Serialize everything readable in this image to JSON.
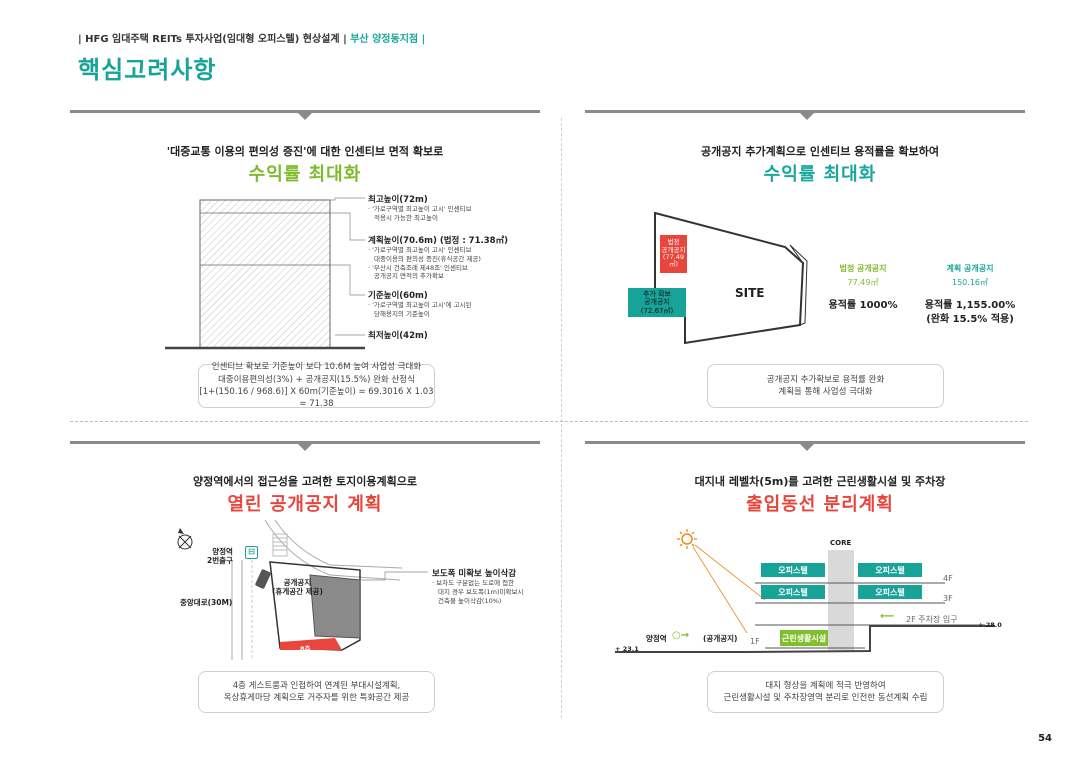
{
  "header": {
    "breadcrumb_main": "| HFG 임대주택 REITs 투자사업(임대형 오피스텔) 현상설계 |",
    "breadcrumb_site": "부산 양정동지점 |",
    "page_title": "핵심고려사항"
  },
  "panel1": {
    "subtitle": "'대중교통 이용의 편의성 증진'에 대한 인센티브 면적 확보로",
    "title": "수익률 최대화",
    "annotations": {
      "max_height": "최고높이(72m)",
      "max_height_desc": [
        "· '가로구역별 최고높이 고시' 인센티브",
        "적용시 가능한 최고높이"
      ],
      "plan_height": "계획높이(70.6m) (법정 : 71.38㎡)",
      "plan_height_desc": [
        "· '가로구역별 최고높이 고시' 인센티브",
        "대중이용의 편의성 증진(휴식공간 제공)",
        "· '부산시 건축조례 제48조' 인센티브",
        "공개공지 면적의 추가확보"
      ],
      "base_height": "기준높이(60m)",
      "base_height_desc": [
        "· '가로구역별 최고높이 고시'에 고시된",
        "당해용지의 기준높이"
      ],
      "min_height": "최저높이(42m)"
    },
    "summary": [
      "인센티브 확보로 기준높이 보다 10.6M 높여 사업성 극대화",
      "대중이용편의성(3%) + 공개공지(15.5%) 완화 산정식",
      "[1+(150.16 / 968.6)] X 60m(기준높이) = 69.3016 X 1.03 = 71.38"
    ]
  },
  "panel2": {
    "subtitle": "공개공지 추가계획으로 인센티브 용적률을 확보하여",
    "title": "수익률 최대화",
    "legal_label": [
      "법정",
      "공개공지",
      "(77.49㎡)"
    ],
    "extra_label": [
      "추가 확보",
      "공개공지",
      "(72.67㎡)"
    ],
    "site_label": "SITE",
    "legal_open_space_title": "법정 공개공지",
    "legal_open_space_value": "77.49㎡",
    "legal_far": "용적률 1000%",
    "plan_open_space_title": "계획 공개공지",
    "plan_open_space_value": "150.16㎡",
    "plan_far": "용적률 1,155.00%",
    "plan_far_note": "(완화 15.5% 적용)",
    "summary": [
      "공개공지 추가확보로 용적률 완화",
      "계획을 통해 사업성 극대화"
    ]
  },
  "panel3": {
    "subtitle": "양정역에서의 접근성을 고려한 토지이용계획으로",
    "title": "열린 공개공지 계획",
    "station_exit": [
      "양정역",
      "2번출구"
    ],
    "main_road": "중앙대로(30M)",
    "open_space": [
      "공개공지",
      "(휴게공간 제공)"
    ],
    "building_label": "8층",
    "anno_title": "보도폭 미확보 높이삭감",
    "anno_desc": [
      "· 보차도 구분없는 도로에 접한",
      "대지 경우 보도폭(1m)미확보시",
      "건축물 높이삭감(10%)"
    ],
    "summary": [
      "4층 게스트룸과 인접하여 연계된 부대시설계획,",
      "옥상휴게마당 계획으로 거주자를 위한 특화공간 제공"
    ]
  },
  "panel4": {
    "subtitle": "대지내 레벨차(5m)를 고려한 근린생활시설 및 주차장",
    "title": "출입동선 분리계획",
    "core": "CORE",
    "office": "오피스텔",
    "floor_4f": "4F",
    "floor_3f": "3F",
    "floor_2f": "2F 주차장 입구",
    "floor_1f": "1F",
    "level_high": "+ 28.0",
    "level_low": "+ 23.1",
    "station": "양정역",
    "open_space": "(공개공지)",
    "retail": "근린생활시설",
    "summary": [
      "대지 형상을 계획에 적극 반영하여",
      "근린생활시설 및 주차장영역 분리로 인전한 동선계획 수립"
    ]
  },
  "footer": {
    "page_number": "54"
  },
  "colors": {
    "teal": "#17a398",
    "green": "#7cbc2a",
    "red": "#e8453c",
    "orange": "#ef8a1e"
  }
}
